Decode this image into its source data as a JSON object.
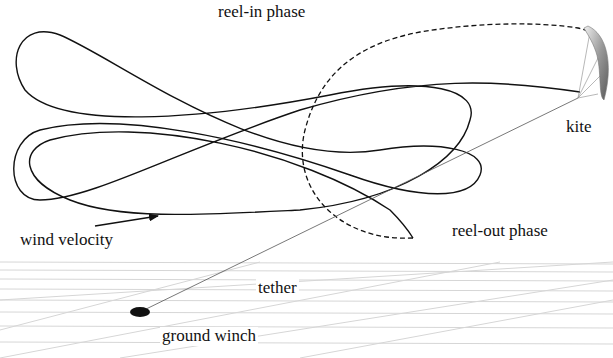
{
  "diagram": {
    "labels": [
      "reel-in phase",
      "kite",
      "wind velocity",
      "reel-out phase",
      "tether",
      "ground winch"
    ]
  }
}
